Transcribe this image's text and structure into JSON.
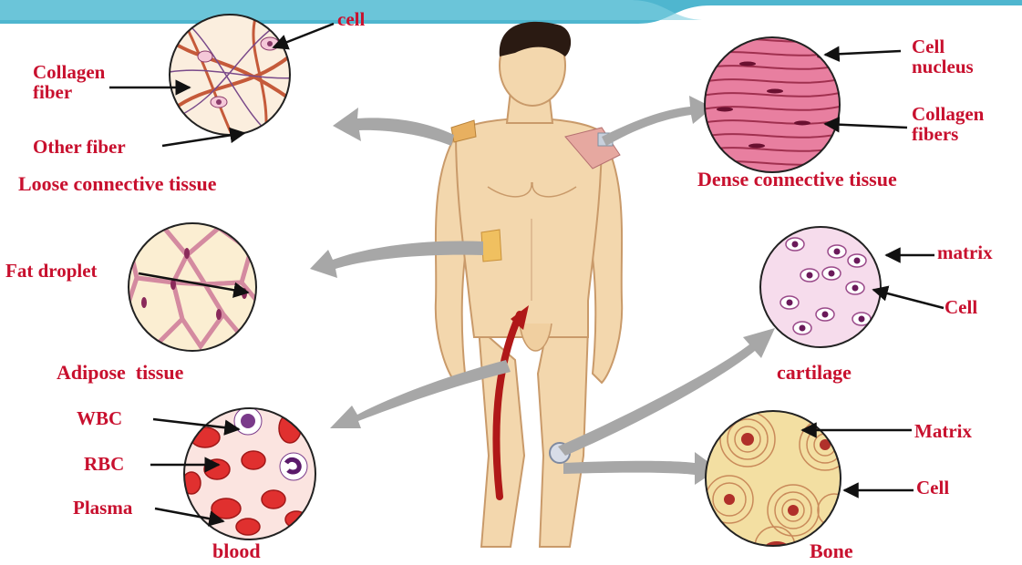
{
  "colors": {
    "label_red": "#c8102e",
    "banner_teal": "#4fb6cf",
    "skin": "#f3d7ad",
    "skin_outline": "#c99a6a",
    "arrow_gray": "#a7a7a7",
    "artery_red": "#b01818"
  },
  "tissues": {
    "loose": {
      "title": "Loose connective tissue",
      "labels": {
        "cell": "cell",
        "collagen": "Collagen\nfiber",
        "other_fiber": "Other fiber"
      }
    },
    "dense": {
      "title": "Dense connective tissue",
      "labels": {
        "cell_nucleus": "Cell\nnucleus",
        "collagen_fibers": "Collagen\nfibers"
      }
    },
    "adipose": {
      "title": "Adipose  tissue",
      "labels": {
        "fat_droplet": "Fat droplet"
      }
    },
    "cartilage": {
      "title": "cartilage",
      "labels": {
        "matrix": "matrix",
        "cell": "Cell"
      }
    },
    "blood": {
      "title": "blood",
      "labels": {
        "wbc": "WBC",
        "rbc": "RBC",
        "plasma": "Plasma"
      }
    },
    "bone": {
      "title": "Bone",
      "labels": {
        "matrix": "Matrix",
        "cell": "Cell"
      }
    }
  }
}
